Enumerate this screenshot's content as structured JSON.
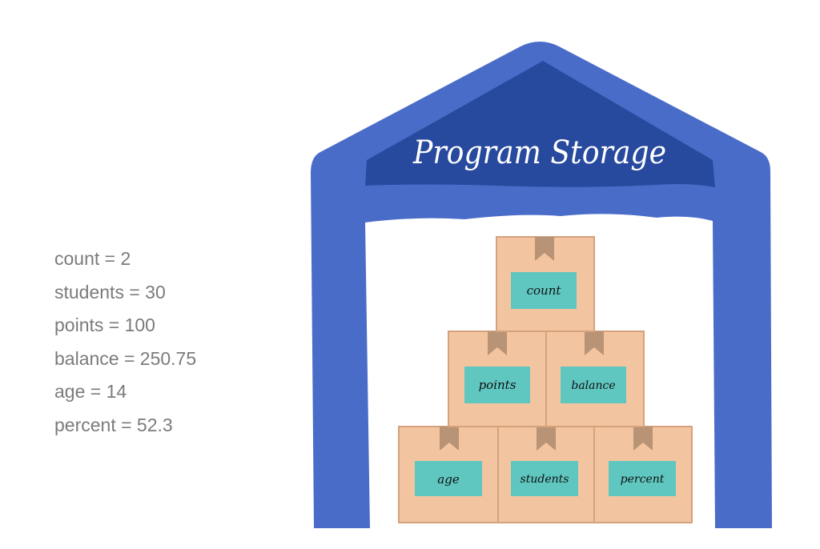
{
  "variables": [
    {
      "name": "count",
      "value": "2",
      "text": "count = 2"
    },
    {
      "name": "students",
      "value": "30",
      "text": "students = 30"
    },
    {
      "name": "points",
      "value": "100",
      "text": "points = 100"
    },
    {
      "name": "balance",
      "value": "250.75",
      "text": "balance = 250.75"
    },
    {
      "name": "age",
      "value": "14",
      "text": "age = 14"
    },
    {
      "name": "percent",
      "value": "52.3",
      "text": "percent = 52.3"
    }
  ],
  "storage": {
    "title": "Program Storage",
    "boxes": {
      "top": [
        "count"
      ],
      "middle": [
        "points",
        "balance"
      ],
      "bottom": [
        "age",
        "students",
        "percent"
      ]
    }
  },
  "colors": {
    "building": "#4a6cc9",
    "roof_panel": "#284a9e",
    "box": "#f2c5a0",
    "box_line": "#d5a27c",
    "tape": "#b89376",
    "label": "#5fc6c0",
    "variable_text": "#7b7b7b",
    "title_text": "#ffffff"
  }
}
